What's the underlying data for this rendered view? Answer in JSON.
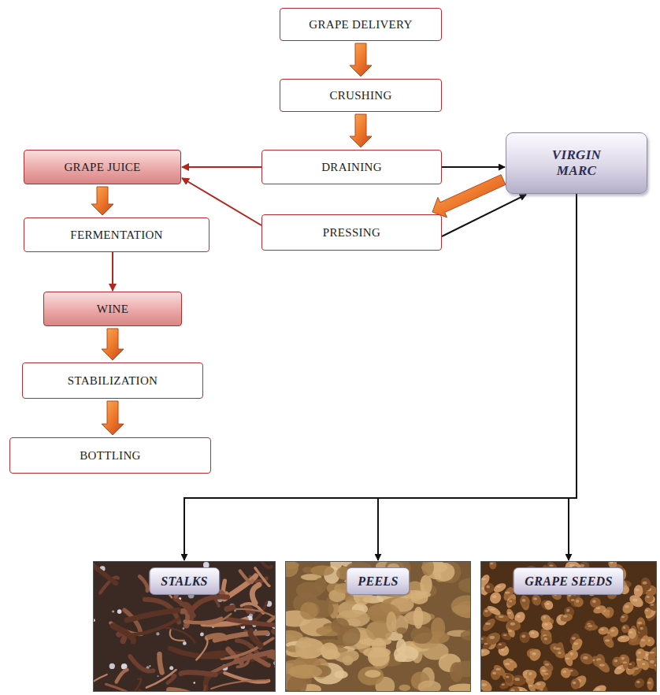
{
  "diagram": {
    "nodes": [
      {
        "text": [
          "GRAPE DELIVERY"
        ]
      },
      {
        "text": [
          "CRUSHING"
        ]
      },
      {
        "text": [
          "DRAINING"
        ]
      },
      {
        "text": [
          "GRAPE JUICE"
        ]
      },
      {
        "text": [
          "VIRGIN MARC"
        ]
      },
      {
        "text": [
          "PRESSING"
        ]
      },
      {
        "text": [
          "FERMENTATION"
        ]
      },
      {
        "text": [
          "WINE"
        ]
      },
      {
        "text": [
          "STABILIZATION"
        ]
      },
      {
        "text": [
          "BOTTLING"
        ]
      },
      {
        "text": [
          "STALKS"
        ]
      },
      {
        "text": [
          "PEELS"
        ]
      },
      {
        "text": [
          "GRAPE SEEDS"
        ]
      }
    ],
    "edges": [
      {
        "from": 0,
        "to": 1,
        "arrow": "to"
      },
      {
        "from": 1,
        "to": 2,
        "arrow": "to"
      },
      {
        "from": 2,
        "to": 3,
        "arrow": "to"
      },
      {
        "from": 2,
        "to": 4,
        "arrow": "to"
      },
      {
        "from": 4,
        "to": 5,
        "arrow": "to"
      },
      {
        "from": 5,
        "to": 3,
        "arrow": "to"
      },
      {
        "from": 5,
        "to": 4,
        "arrow": "to"
      },
      {
        "from": 3,
        "to": 6,
        "arrow": "to"
      },
      {
        "from": 6,
        "to": 7,
        "arrow": "to"
      },
      {
        "from": 7,
        "to": 8,
        "arrow": "to"
      },
      {
        "from": 8,
        "to": 9,
        "arrow": "to"
      },
      {
        "from": 4,
        "to": 10,
        "arrow": "to"
      },
      {
        "from": 4,
        "to": 11,
        "arrow": "to"
      },
      {
        "from": 4,
        "to": 12,
        "arrow": "to"
      }
    ]
  }
}
